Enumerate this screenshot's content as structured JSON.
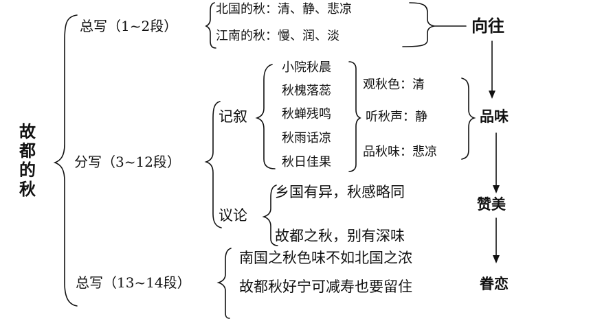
{
  "title": [
    "故",
    "都",
    "的",
    "秋"
  ],
  "sections": {
    "intro": {
      "label": "总写（1~2段）",
      "lines": [
        "北国的秋：清、静、悲凉",
        "江南的秋：慢、润、淡"
      ]
    },
    "body": {
      "label": "分写（3~12段）",
      "narrative": {
        "label": "记叙",
        "scenes": [
          "小院秋晨",
          "秋槐落蕊",
          "秋蝉残鸣",
          "秋雨话凉",
          "秋日佳果"
        ],
        "senses": [
          "观秋色：清",
          "听秋声：静",
          "品秋味：悲凉"
        ]
      },
      "discussion": {
        "label": "议论",
        "lines": [
          "乡国有异，秋感略同",
          "故都之秋，别有深味"
        ]
      }
    },
    "outro": {
      "label": "总写（13~14段）",
      "lines": [
        "南国之秋色味不如北国之浓",
        "故都秋好宁可减寿也要留住"
      ]
    }
  },
  "emotions": [
    "向往",
    "品味",
    "赞美",
    "眷恋"
  ]
}
